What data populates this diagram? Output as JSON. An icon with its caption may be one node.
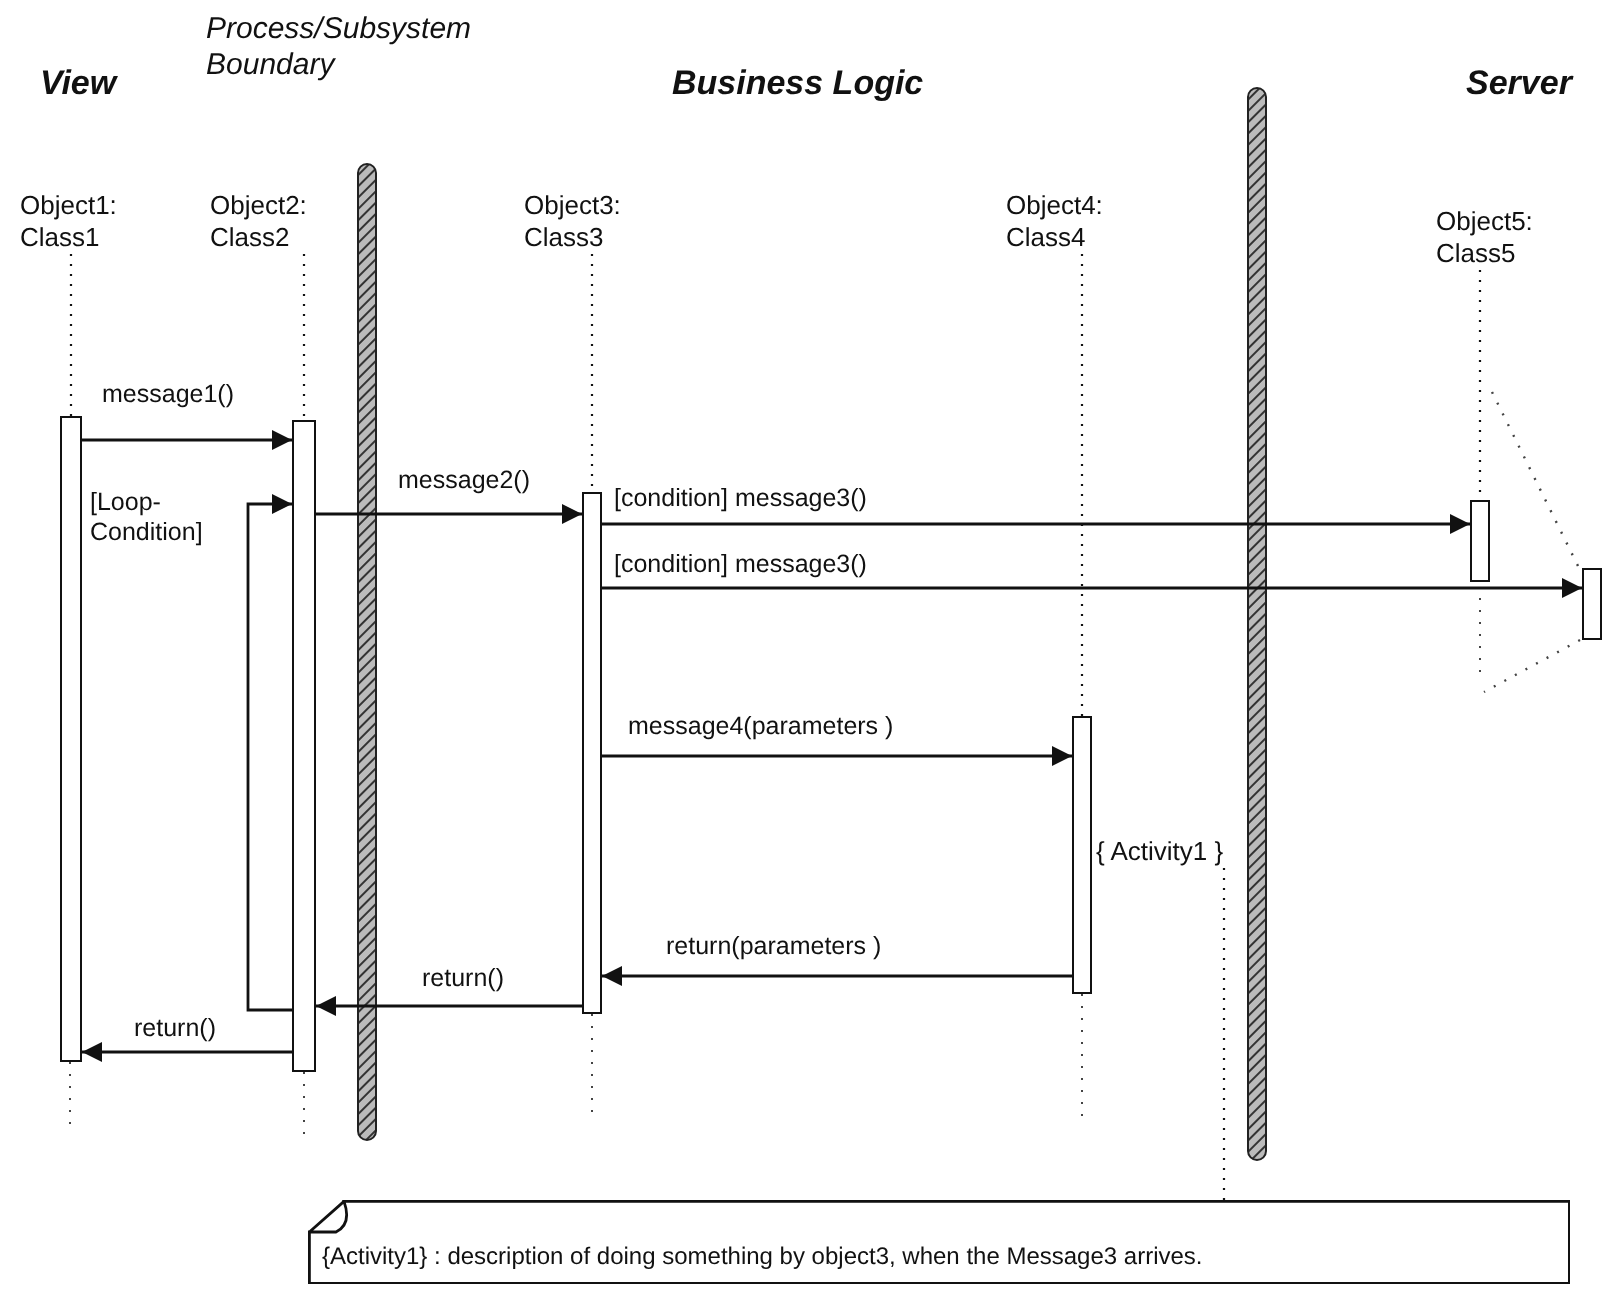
{
  "diagram": {
    "nodes": [
      {
        "text": [
          "Object1: Class1"
        ]
      },
      {
        "text": [
          "Object2: Class2"
        ]
      },
      {
        "text": [
          "Object3: Class3"
        ]
      },
      {
        "text": [
          "Object4: Class4"
        ]
      },
      {
        "text": [
          "Object5: Class5"
        ]
      },
      {
        "text": [],
        "shape": "bar"
      },
      {
        "text": [],
        "shape": "bar"
      },
      {
        "text": [],
        "shape": "bar"
      },
      {
        "text": [],
        "shape": "bar"
      },
      {
        "text": [],
        "shape": "bar"
      },
      {
        "text": [],
        "shape": "bar"
      },
      {
        "text": [
          "{ Activity1 }"
        ]
      },
      {
        "text": [
          "{Activity1} : description of doing something by object3, when the Message3 arrives."
        ]
      }
    ],
    "edges": [
      {
        "from": 0,
        "to": 5,
        "arrow": "none",
        "style": "dashed"
      },
      {
        "from": 1,
        "to": 6,
        "arrow": "none",
        "style": "dashed"
      },
      {
        "from": 2,
        "to": 7,
        "arrow": "none",
        "style": "dashed"
      },
      {
        "from": 3,
        "to": 8,
        "arrow": "none",
        "style": "dashed"
      },
      {
        "from": 4,
        "to": 9,
        "arrow": "none",
        "style": "dashed"
      },
      {
        "from": 5,
        "to": 6,
        "arrow": "to",
        "label": "message1()"
      },
      {
        "from": 6,
        "to": 6,
        "arrow": "to",
        "label": "[Loop-Condition]"
      },
      {
        "from": 6,
        "to": 7,
        "arrow": "to",
        "label": "message2()"
      },
      {
        "from": 7,
        "to": 9,
        "arrow": "to",
        "label": "[condition] message3()"
      },
      {
        "from": 7,
        "to": 10,
        "arrow": "to",
        "label": "[condition] message3()"
      },
      {
        "from": 7,
        "to": 8,
        "arrow": "to",
        "label": "message4(parameters )"
      },
      {
        "from": 8,
        "to": 7,
        "arrow": "to",
        "label": "return(parameters )"
      },
      {
        "from": 7,
        "to": 6,
        "arrow": "to",
        "label": "return()"
      },
      {
        "from": 6,
        "to": 5,
        "arrow": "to",
        "label": "return()"
      },
      {
        "from": 11,
        "to": 12,
        "arrow": "none",
        "style": "dashed"
      }
    ],
    "labels": [
      "Process/Subsystem Boundary",
      "View",
      "Business Logic",
      "Server"
    ]
  }
}
